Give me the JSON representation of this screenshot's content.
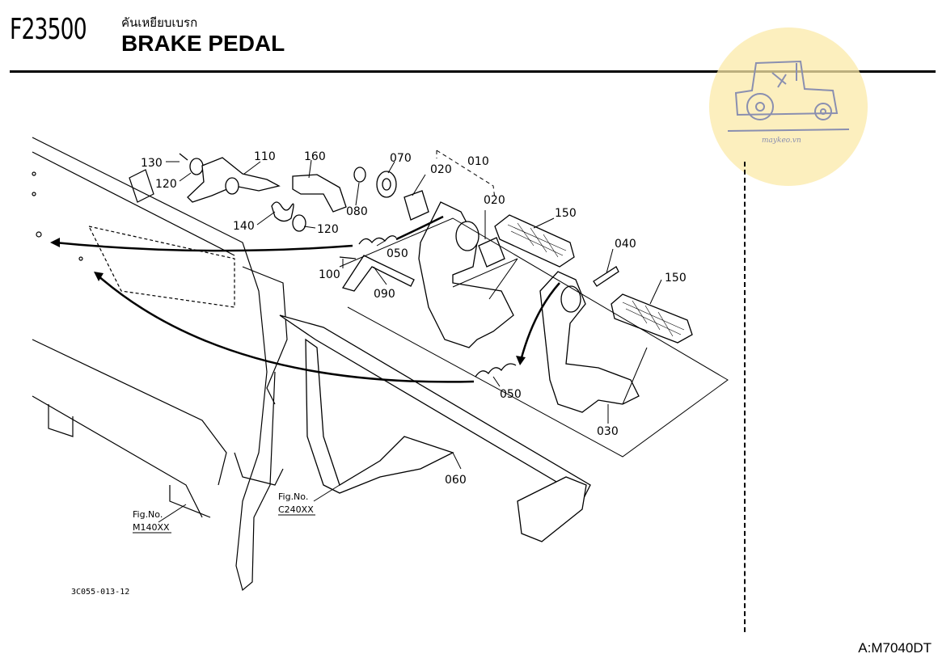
{
  "header": {
    "page_code": "F23500",
    "title_thai": "คันเหยียบเบรก",
    "title_en": "BRAKE PEDAL"
  },
  "watermark": {
    "text": "maykeo.vn",
    "icon": "tractor-icon",
    "color": "#fbe9a8"
  },
  "callouts": {
    "c130": "130",
    "c120a": "120",
    "c110": "110",
    "c160": "160",
    "c080": "080",
    "c070": "070",
    "c020a": "020",
    "c010": "010",
    "c020b": "020",
    "c150a": "150",
    "c040": "040",
    "c150b": "150",
    "c140": "140",
    "c120b": "120",
    "c050a": "050",
    "c100": "100",
    "c090": "090",
    "c050b": "050",
    "c030": "030",
    "c060": "060"
  },
  "fig_refs": {
    "m140_label": "Fig.No.",
    "m140_value": "M140XX",
    "c240_label": "Fig.No.",
    "c240_value": "C240XX"
  },
  "footer": {
    "drawing_code": "3C055-013-12",
    "model_code": "A:M7040DT"
  }
}
